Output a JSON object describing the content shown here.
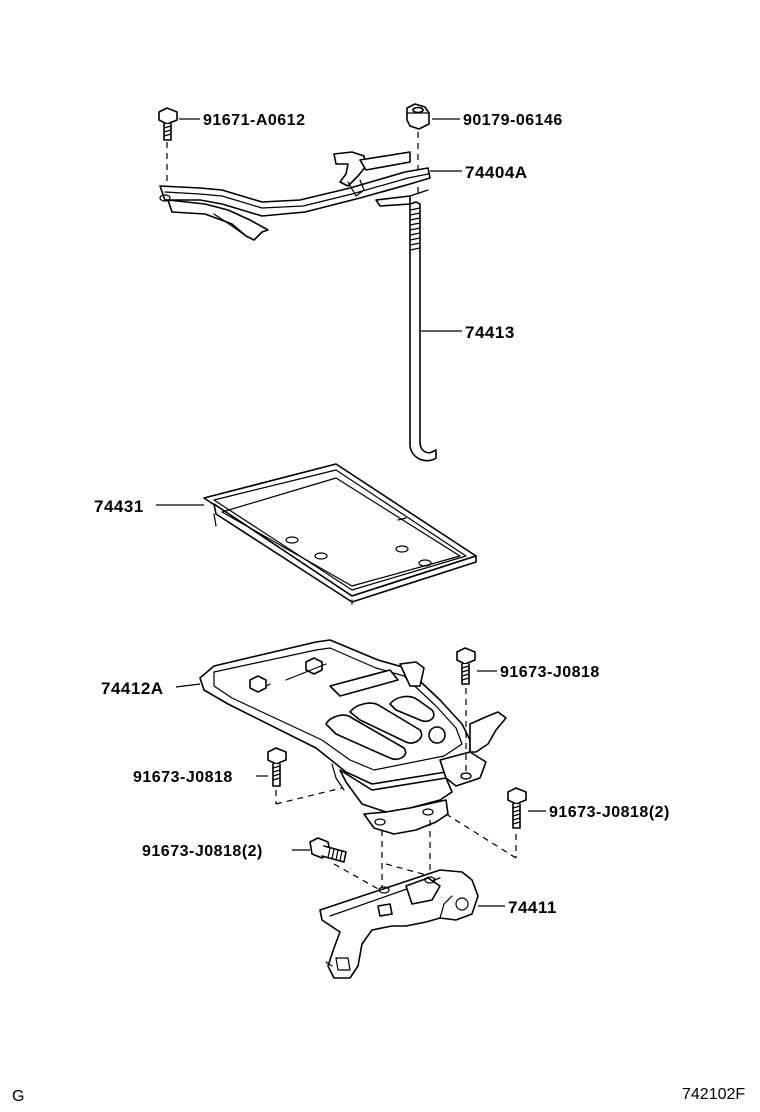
{
  "parts": {
    "bolt_top_left": "91671-A0612",
    "nut_top": "90179-06146",
    "clamp": "74404A",
    "rod": "74413",
    "tray": "74431",
    "carrier": "74412A",
    "bolt_right_upper": "91673-J0818",
    "bolt_left": "91673-J0818",
    "bolt_right_lower": "91673-J0818(2)",
    "bolt_bottom_left": "91673-J0818(2)",
    "bracket": "74411"
  },
  "footer": {
    "left_code": "G",
    "right_code": "742102F"
  }
}
